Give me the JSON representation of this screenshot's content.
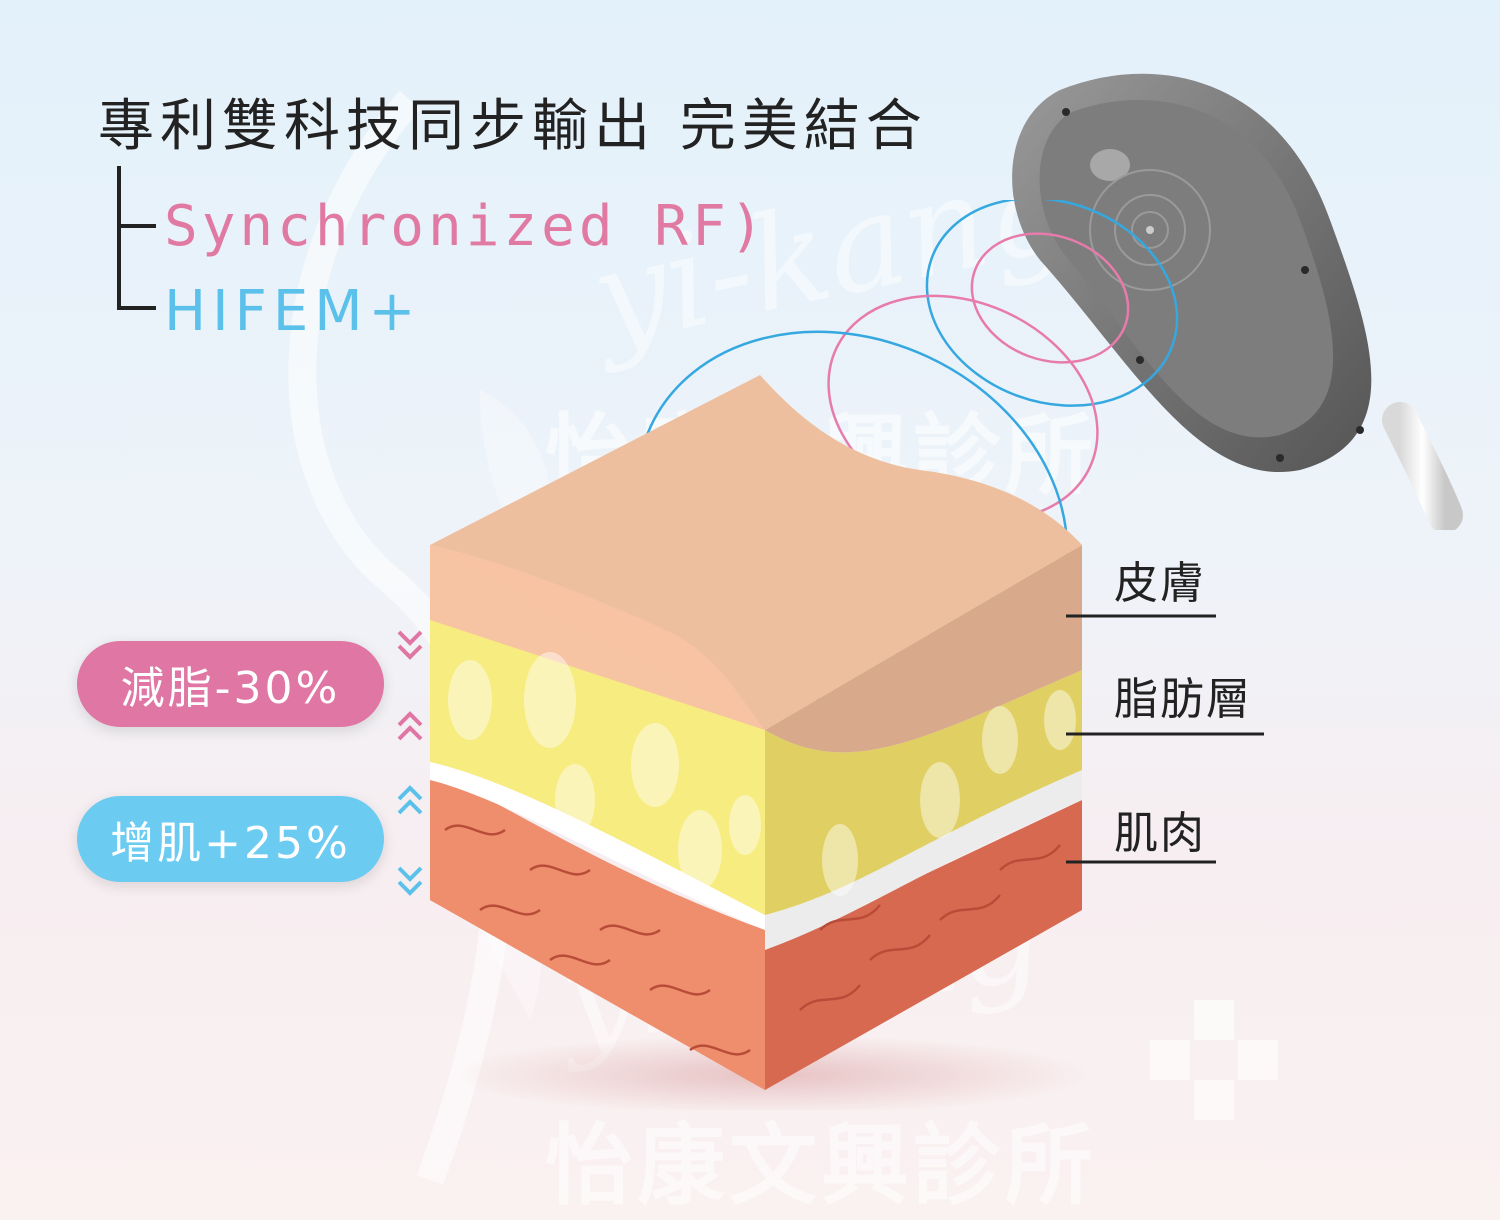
{
  "headline": "專利雙科技同步輸出 完美結合",
  "tech_items": [
    "Synchronized RF)",
    "HIFEM+"
  ],
  "badges": {
    "fat_reduction": "減脂-30%",
    "muscle_gain": "增肌+25%"
  },
  "layer_labels": {
    "skin": "皮膚",
    "fat": "脂肪層",
    "muscle": "肌肉"
  },
  "watermark": {
    "script": "yi-kang",
    "clinic_name": "怡康文興診所"
  },
  "colors": {
    "pink": "#df76a3",
    "blue": "#6ccbf1",
    "skin": "#f1bc98",
    "fat": "#f7ec7f",
    "muscle": "#e98a68"
  },
  "icons": [
    "chevron-double-down-icon",
    "chevron-double-up-icon"
  ]
}
